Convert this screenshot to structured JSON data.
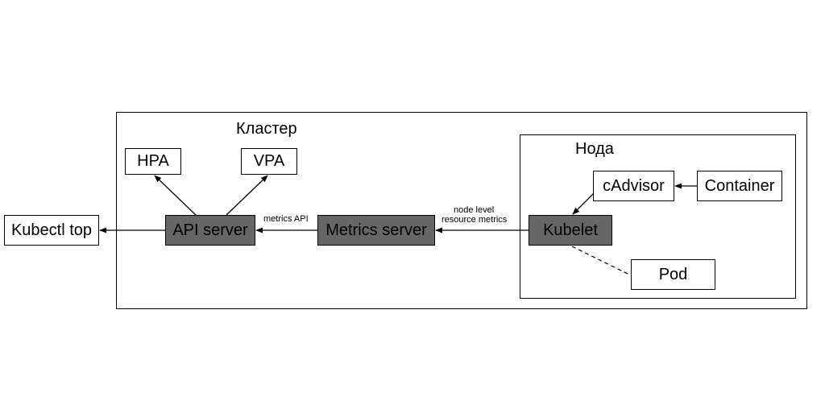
{
  "cluster": {
    "title": "Кластер",
    "hpa_label": "HPA",
    "vpa_label": "VPA",
    "api_server_label": "API server",
    "metrics_server_label": "Metrics server",
    "metrics_api_label": "metrics API",
    "node_metrics_label_line1": "node level",
    "node_metrics_label_line2": "resource metrics"
  },
  "node": {
    "title": "Нода",
    "cadvisor_label": "cAdvisor",
    "container_label": "Container",
    "kubelet_label": "Kubelet",
    "pod_label": "Pod"
  },
  "external": {
    "kubectl_top_label": "Kubectl top"
  },
  "colors": {
    "dark_box_fill": "#666666",
    "line": "#000000",
    "background": "#ffffff"
  }
}
